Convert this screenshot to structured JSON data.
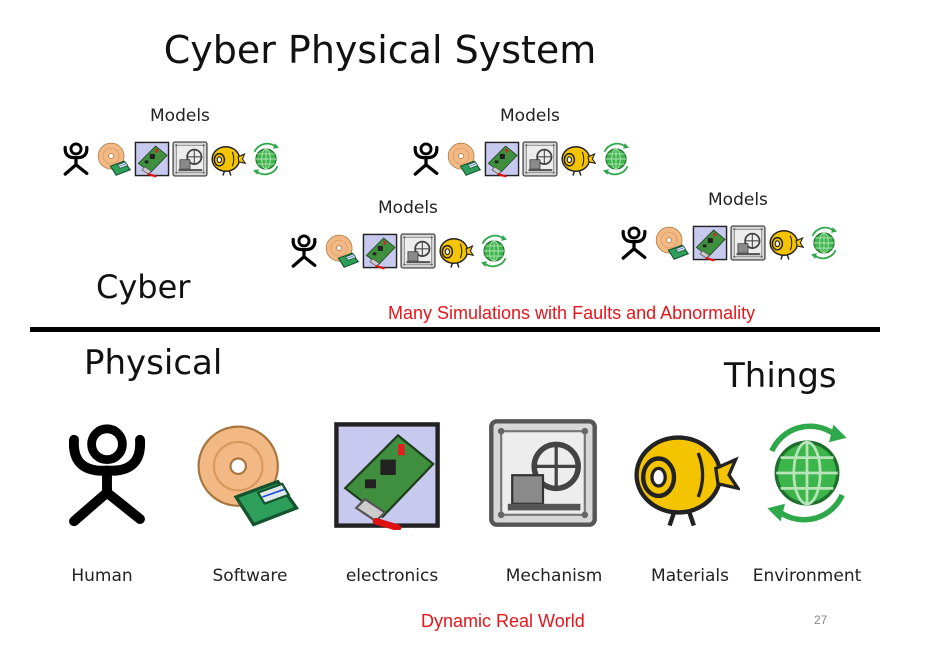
{
  "title": "Cyber Physical System",
  "models_label": "Models",
  "cyber_label": "Cyber",
  "physical_label": "Physical",
  "things_label": "Things",
  "simulations_text": "Many Simulations with Faults and Abnormality",
  "real_world_text": "Dynamic Real World",
  "page_number": "27",
  "things": [
    {
      "label": "Human",
      "icon": "human-icon"
    },
    {
      "label": "Software",
      "icon": "software-icon"
    },
    {
      "label": "electronics",
      "icon": "electronics-icon"
    },
    {
      "label": "Mechanism",
      "icon": "mechanism-icon"
    },
    {
      "label": "Materials",
      "icon": "materials-icon"
    },
    {
      "label": "Environment",
      "icon": "environment-icon"
    }
  ],
  "colors": {
    "accent_red": "#e8141b",
    "globe_green": "#2ea84a",
    "material_yellow": "#f5c400"
  }
}
